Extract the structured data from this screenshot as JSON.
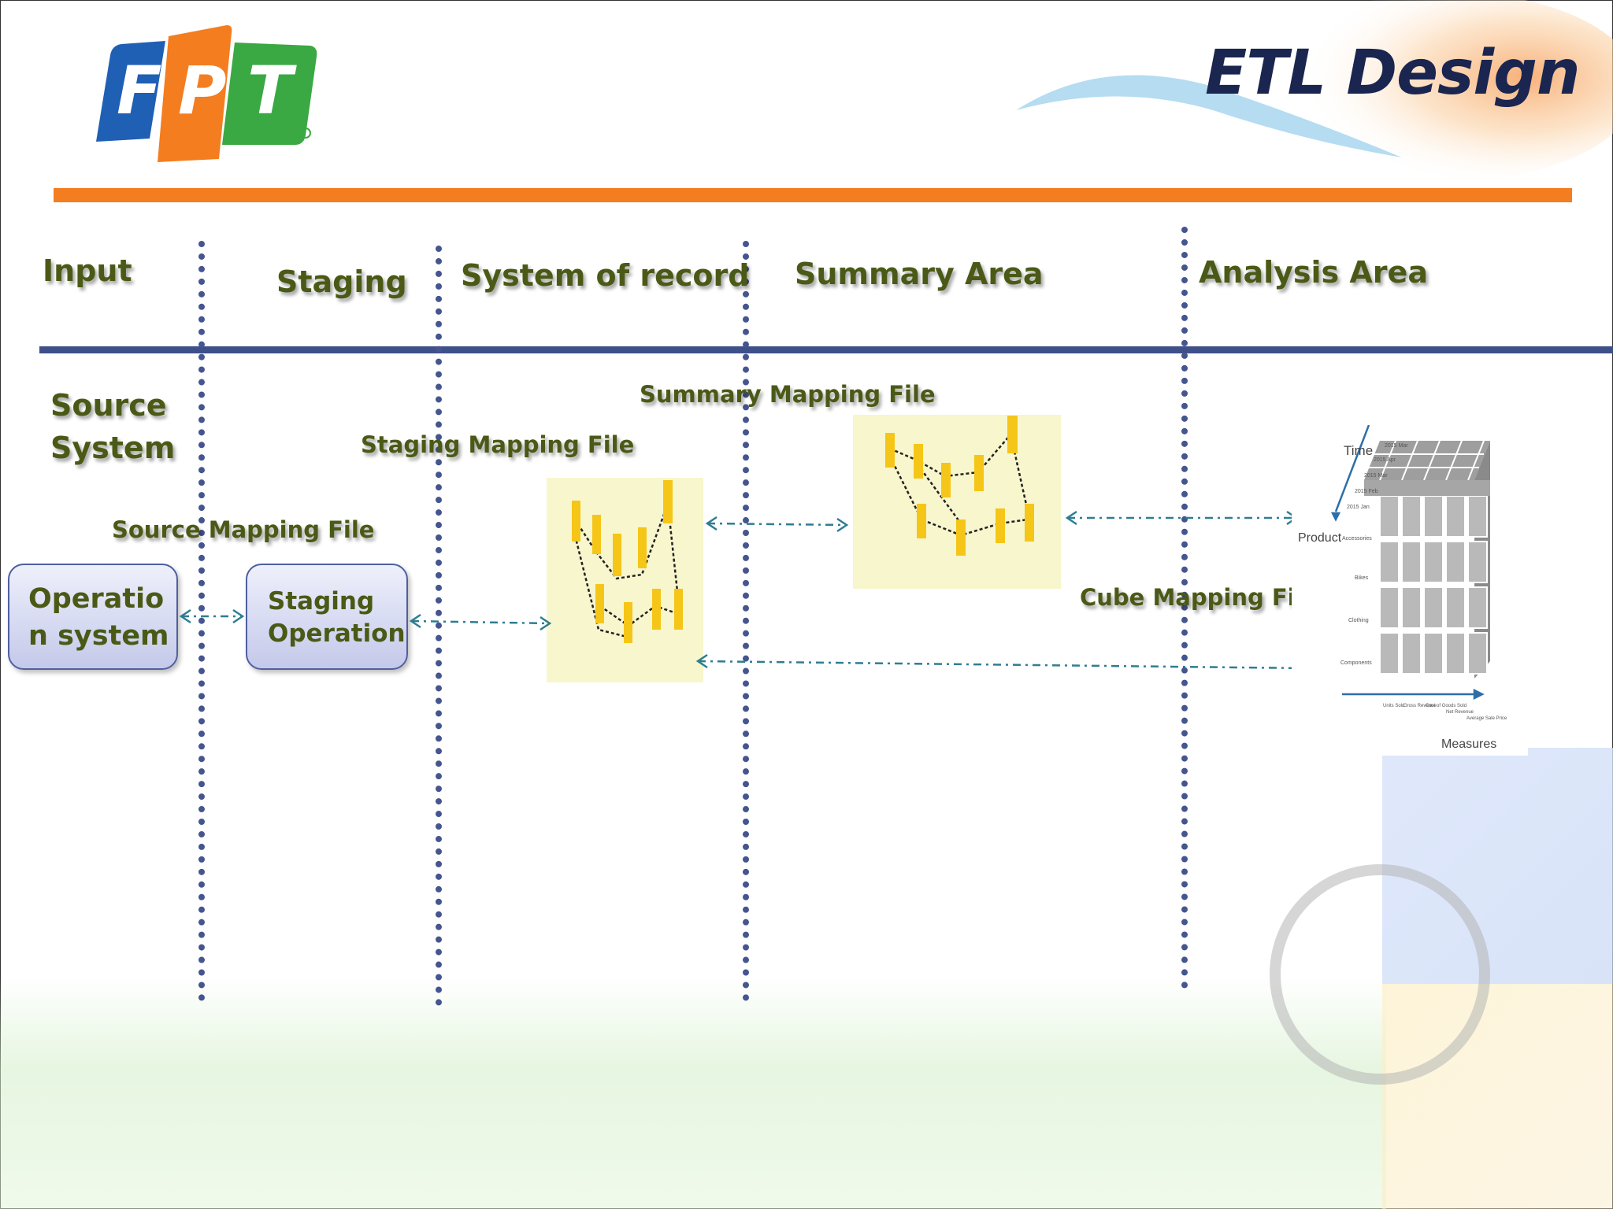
{
  "slide": {
    "title": "ETL Design",
    "colors": {
      "accent_orange": "#f47d20",
      "rule_blue": "#3e5089",
      "text_olive": "#4a5a16",
      "title_navy": "#1a2550"
    }
  },
  "logo": {
    "letters": [
      "F",
      "P",
      "T"
    ],
    "colors": [
      "#1f5fb4",
      "#f47d20",
      "#3aa843"
    ]
  },
  "columns": {
    "input": "Input",
    "staging": "Staging",
    "system_of_record": "System of record",
    "summary_area": "Summary Area",
    "analysis_area": "Analysis Area"
  },
  "labels": {
    "source_system": "Source System",
    "source_mapping_file": "Source Mapping File",
    "staging_mapping_file": "Staging Mapping File",
    "summary_mapping_file": "Summary  Mapping File",
    "cube_mapping_file": "Cube Mapping File"
  },
  "boxes": {
    "operation_system": "Operatio\nn system",
    "staging_operation": "Staging\nOperation"
  },
  "cube": {
    "time_axis": "Time",
    "time_ticks": [
      "2015 Mar",
      "2015 Apr",
      "2015 Mar",
      "2015 Feb",
      "2015 Jan"
    ],
    "product_axis": "Product",
    "product_ticks": [
      "Accessories",
      "Bikes",
      "Clothing",
      "Components"
    ],
    "measures_axis": "Measures",
    "measure_ticks": [
      "Units Sold",
      "Gross Revenue",
      "Cost of Goods Sold",
      "Net Revenue",
      "Average Sale Price"
    ]
  }
}
